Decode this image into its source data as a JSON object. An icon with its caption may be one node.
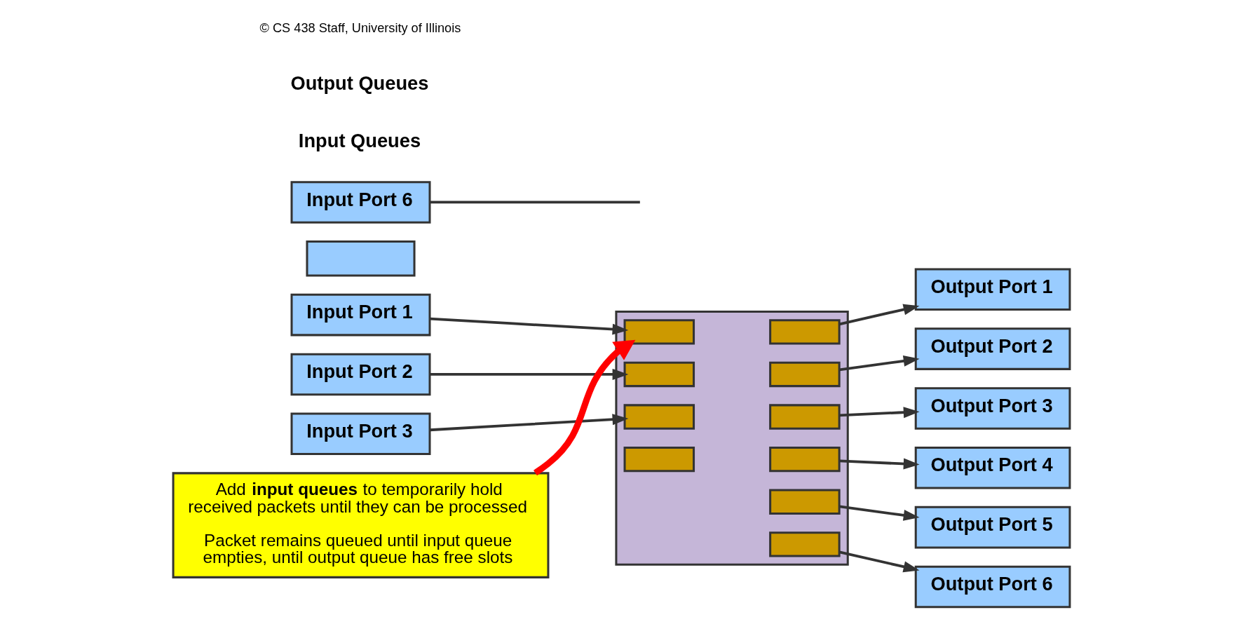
{
  "diagram": {
    "nodes": [
      {
        "text": [
          "Input Port 1"
        ]
      },
      {
        "text": [
          "Input Port 2"
        ]
      },
      {
        "text": [
          "Input Port 3"
        ]
      },
      {
        "text": [],
        "shape": "box"
      },
      {
        "text": [
          "Input Port 6"
        ]
      },
      {
        "text": [],
        "shape": "box"
      },
      {
        "text": [],
        "shape": "bar",
        "in": 5
      },
      {
        "text": [],
        "shape": "bar",
        "in": 5
      },
      {
        "text": [],
        "shape": "bar",
        "in": 5
      },
      {
        "text": [],
        "shape": "bar",
        "in": 5
      },
      {
        "text": [],
        "shape": "bar",
        "in": 5
      },
      {
        "text": [],
        "shape": "bar",
        "in": 5
      },
      {
        "text": [],
        "shape": "bar",
        "in": 5
      },
      {
        "text": [],
        "shape": "bar",
        "in": 5
      },
      {
        "text": [],
        "shape": "bar",
        "in": 5
      },
      {
        "text": [],
        "shape": "bar",
        "in": 5
      },
      {
        "text": [
          "Output Port 1"
        ]
      },
      {
        "text": [
          "Output Port 2"
        ]
      },
      {
        "text": [
          "Output Port 3"
        ]
      },
      {
        "text": [
          "Output Port 4"
        ]
      },
      {
        "text": [
          "Output Port 5"
        ]
      },
      {
        "text": [
          "Output Port 6"
        ]
      },
      {
        "text": [
          "Add **input queues** to temporarily hold received packets until they can be processed",
          "Packet remains queued until input queue empties, until output queue has free slots"
        ]
      }
    ],
    "edges": [
      {
        "from": 0,
        "to": 6,
        "arrow": "to"
      },
      {
        "from": 1,
        "to": 7,
        "arrow": "to"
      },
      {
        "from": 2,
        "to": 8,
        "arrow": "to"
      },
      {
        "from": 4,
        "to": null,
        "arrow": "none"
      },
      {
        "from": 10,
        "to": 16,
        "arrow": "to"
      },
      {
        "from": 11,
        "to": 17,
        "arrow": "to"
      },
      {
        "from": 12,
        "to": 18,
        "arrow": "to"
      },
      {
        "from": 13,
        "to": 19,
        "arrow": "to"
      },
      {
        "from": 14,
        "to": 20,
        "arrow": "to"
      },
      {
        "from": 15,
        "to": 21,
        "arrow": "to"
      },
      {
        "from": 22,
        "to": 6,
        "arrow": "to",
        "style": "thick",
        "color": "#ff0000"
      }
    ],
    "labels": [
      "Input Queues",
      "Output Queues",
      "© CS 438 Staff, University of Illinois"
    ]
  }
}
